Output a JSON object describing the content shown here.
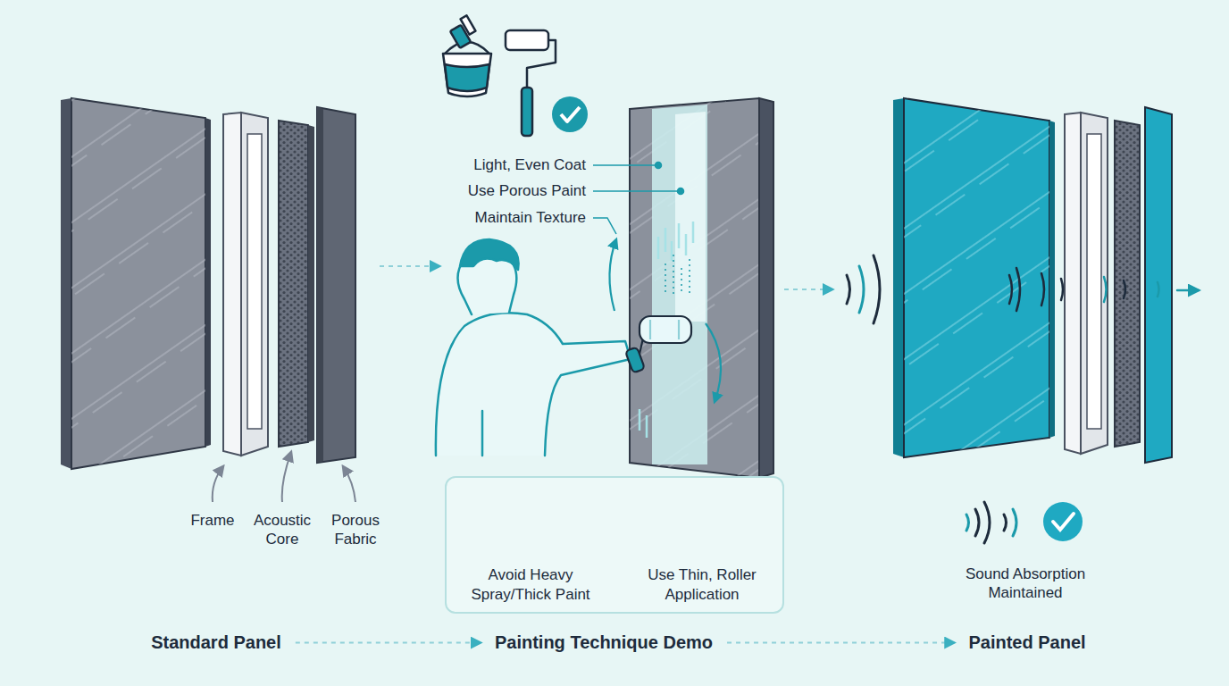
{
  "diagram": {
    "nodes": [
      {
        "text": [
          "Avoid Heavy Spray/Thick Paint",
          "Use Thin, Roller Application"
        ]
      },
      {
        "text": [
          "Standard Panel"
        ]
      },
      {
        "text": [
          "Painting Technique Demo"
        ]
      },
      {
        "text": [
          "Painted Panel"
        ]
      }
    ],
    "edges": [
      {
        "from": 1,
        "to": 2,
        "arrow": "to"
      },
      {
        "from": 2,
        "to": 3,
        "arrow": "to"
      }
    ],
    "labels": [
      "Frame",
      "Acoustic Core",
      "Porous Fabric",
      "Light, Even Coat",
      "Use Porous Paint",
      "Maintain Texture",
      "Sound Absorption Maintained"
    ]
  }
}
